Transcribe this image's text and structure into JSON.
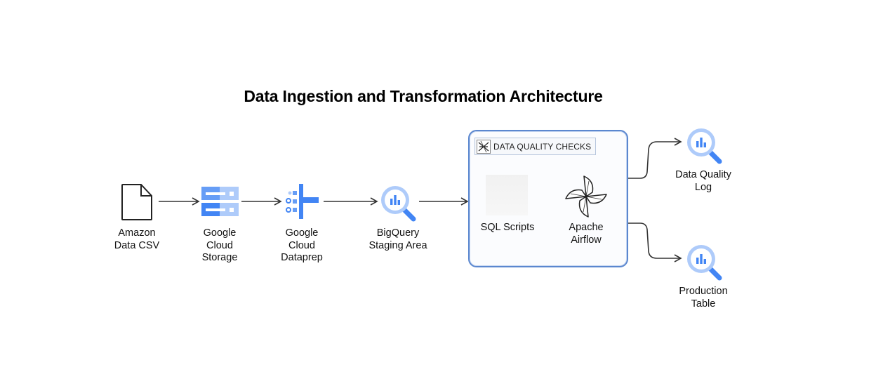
{
  "title": "Data Ingestion and Transformation Architecture",
  "nodes": {
    "amazon_csv": "Amazon\nData CSV",
    "gcs": "Google\nCloud\nStorage",
    "dataprep": "Google\nCloud\nDataprep",
    "bq_staging": "BigQuery\nStaging Area",
    "sql_scripts": "SQL Scripts",
    "airflow": "Apache\nAirflow",
    "dq_log": "Data Quality\nLog",
    "prod_table": "Production\nTable"
  },
  "group": {
    "label": "DATA QUALITY CHECKS"
  },
  "colors": {
    "gcp_blue": "#4285f4",
    "gcp_light_blue": "#aecbfa",
    "group_border": "#5b87cf",
    "arrow": "#333333"
  },
  "icons": {
    "amazon_csv": "file-icon",
    "gcs": "cloud-storage-icon",
    "dataprep": "dataprep-icon",
    "bq": "bigquery-icon",
    "airflow": "airflow-pinwheel-icon"
  }
}
